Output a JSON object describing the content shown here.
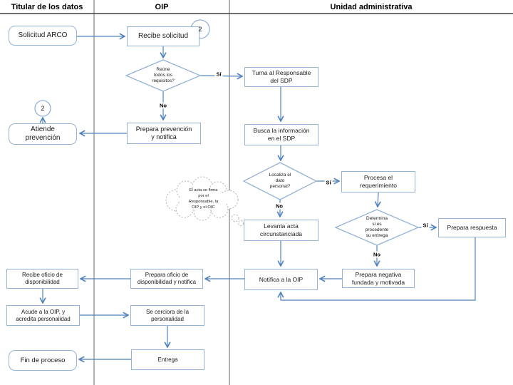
{
  "header": {
    "lanes": [
      {
        "label": "Titular de los datos"
      },
      {
        "label": "OIP"
      },
      {
        "label": "Unidad administrativa"
      }
    ]
  },
  "nodes": {
    "solicitud_arco": "Solicitud ARCO",
    "recibe_solicitud": "Recibe solicitud",
    "reune_requisitos": "Reúne\ntodos los\nrequisitos?",
    "turna_responsable": "Turna al Responsable\ndel SDP",
    "atiende_prevencion": "Atiende\nprevención",
    "prepara_prevencion": "Prepara prevención\ny notifica",
    "busca_informacion": "Busca la información\nen el SDP",
    "localiza_dato": "Localiza el\ndato\npersonal?",
    "procesa_requerimiento": "Procesa el\nrequerimiento",
    "levanta_acta": "Levanta acta\ncircunstanciada",
    "determina_procedente": "Determina\nsi es\nprocedente\nsu entrega",
    "prepara_respuesta": "Prepara respuesta",
    "prepara_negativa": "Prepara negativa\nfundada y motivada",
    "notifica_oip": "Notifica a la OIP",
    "prepara_oficio": "Prepara oficio de\ndisponibilidad y notifica",
    "recibe_oficio": "Recibe oficio de\ndisponibilidad",
    "acude_oip": "Acude a la OIP, y\nacredita personalidad",
    "se_cerciora": "Se cerciora de la\npersonalidad",
    "entrega": "Entrega",
    "fin_proceso": "Fin de proceso"
  },
  "edge_labels": {
    "si_requisitos": "Sí",
    "no_requisitos": "No",
    "si_localiza": "Sí",
    "no_localiza": "No",
    "si_determina": "Sí",
    "no_determina": "No"
  },
  "annotations": {
    "cloud_note": "El acta se firma\npor el\nResponsable, la\nOIP y el OIC",
    "connector_top": "2",
    "connector_left": "2"
  },
  "colors": {
    "box_border": "#95b3d7",
    "arrow": "#4f81bd",
    "lane_line": "#7f7f7f",
    "header_line": "#404040",
    "cloud_border": "#b8b8b8",
    "text": "#1a1a1a"
  }
}
